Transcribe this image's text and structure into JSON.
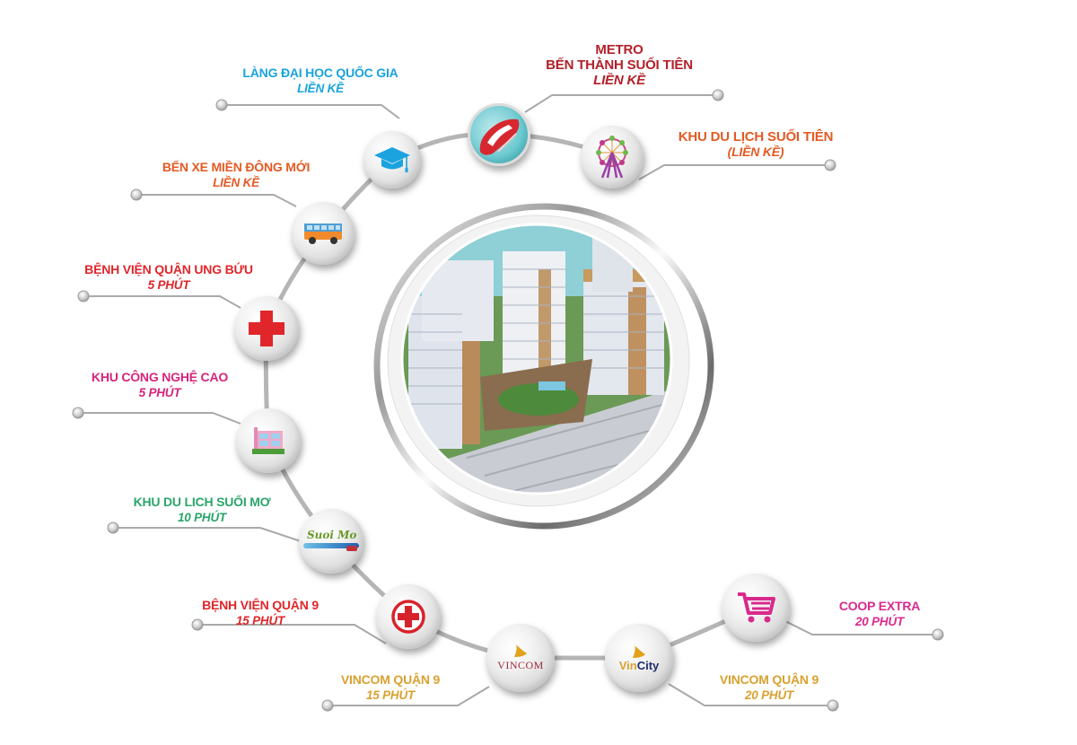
{
  "infographic": {
    "center": {
      "image_desc": "Aerial rendering of high-rise apartment complex with river and townhouses"
    },
    "colors": {
      "blue": "#1aa3de",
      "dark_red": "#b3202a",
      "orange": "#e35a24",
      "red": "#e0262b",
      "magenta": "#d6257a",
      "green": "#2aa56a",
      "gold": "#d9a130",
      "pink": "#d92a8c",
      "connector": "#a9a9a9"
    },
    "amenities": [
      {
        "id": "lang-dai-hoc",
        "title": "LÀNG ĐẠI HỌC QUỐC GIA",
        "sub": "LIỀN KỀ",
        "icon": "graduation-cap-icon"
      },
      {
        "id": "metro",
        "title_line1": "METRO",
        "title": "BẾN THÀNH SUỐI TIÊN",
        "sub": "LIỀN KỀ",
        "icon": "train-icon"
      },
      {
        "id": "suoi-tien",
        "title": "KHU DU LỊCH SUỐI TIÊN",
        "sub": "(LIỀN KỀ)",
        "icon": "ferris-wheel-icon"
      },
      {
        "id": "ben-xe",
        "title": "BẾN XE MIỀN ĐÔNG MỚI",
        "sub": "LIỀN KỀ",
        "icon": "bus-icon"
      },
      {
        "id": "bv-ung-buu",
        "title": "BỆNH VIỆN QUẬN UNG BỨU",
        "sub": "5 PHÚT",
        "icon": "red-cross-icon"
      },
      {
        "id": "cong-nghe-cao",
        "title": "KHU CÔNG NGHỆ CAO",
        "sub": "5 PHÚT",
        "icon": "office-building-icon"
      },
      {
        "id": "suoi-mo",
        "title": "KHU DU LICH SUỐI MƠ",
        "sub": "10 PHÚT",
        "icon": "suoi-mo-logo-icon",
        "logo_text": "Suoi Mo"
      },
      {
        "id": "bv-quan-9",
        "title": "BỆNH VIỆN QUẬN 9",
        "sub": "15 PHÚT",
        "icon": "hospital-cross-icon"
      },
      {
        "id": "vincom",
        "title": "VINCOM QUẬN 9",
        "sub": "15 PHÚT",
        "icon": "vincom-logo-icon",
        "logo_text": "VINCOM"
      },
      {
        "id": "vincity",
        "title": "VINCOM QUẬN 9",
        "sub": "20 PHÚT",
        "icon": "vincity-logo-icon",
        "logo_text_a": "Vin",
        "logo_text_b": "City"
      },
      {
        "id": "coop",
        "title": "COOP EXTRA",
        "sub": "20 PHÚT",
        "icon": "shopping-cart-icon"
      }
    ]
  }
}
